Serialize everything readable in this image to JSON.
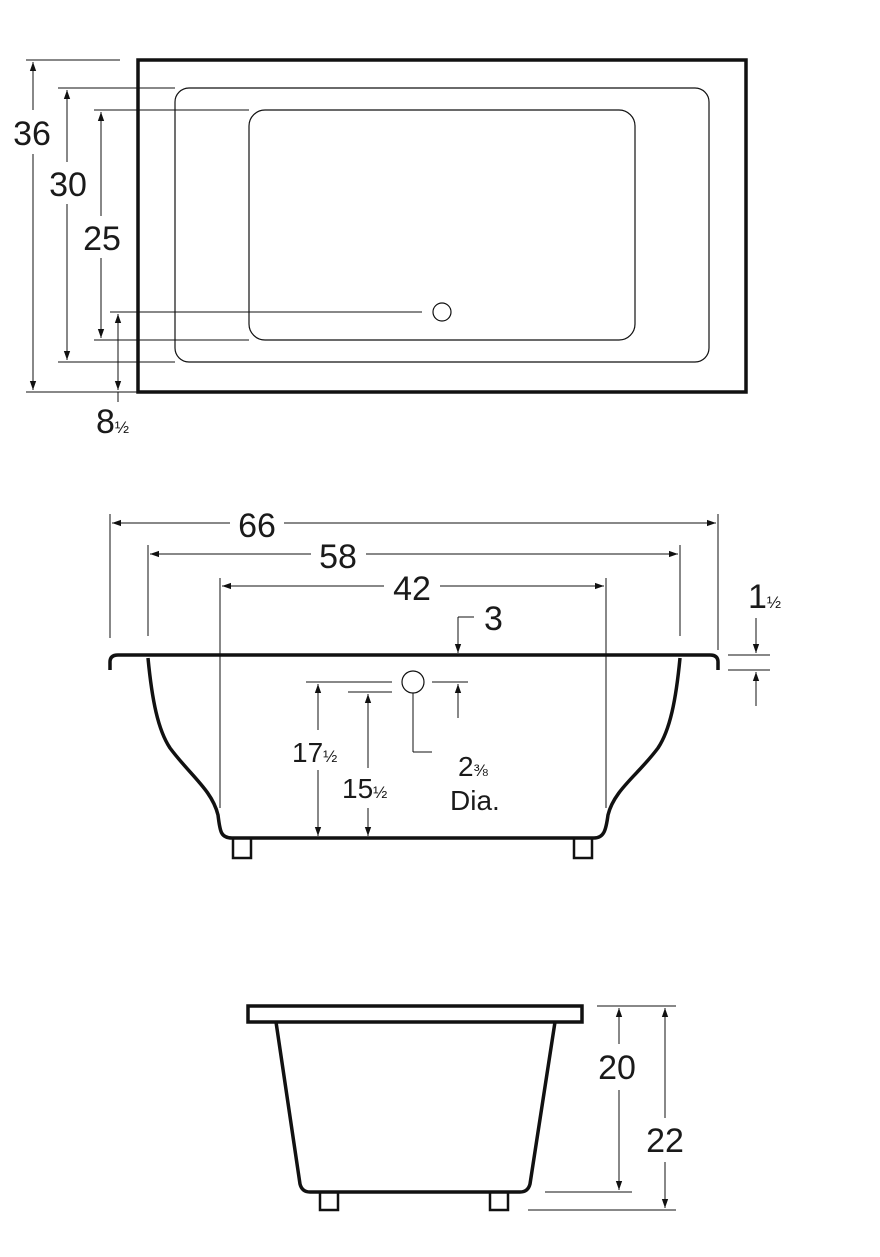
{
  "top_view": {
    "dim_36": {
      "whole": "36",
      "frac": ""
    },
    "dim_30": {
      "whole": "30",
      "frac": ""
    },
    "dim_25": {
      "whole": "25",
      "frac": ""
    },
    "dim_8_5": {
      "whole": "8",
      "frac": "½"
    }
  },
  "front_view": {
    "dim_66": {
      "whole": "66",
      "frac": ""
    },
    "dim_58": {
      "whole": "58",
      "frac": ""
    },
    "dim_42": {
      "whole": "42",
      "frac": ""
    },
    "dim_3": {
      "whole": "3",
      "frac": ""
    },
    "dim_1_5": {
      "whole": "1",
      "frac": "½"
    },
    "dim_17_5": {
      "whole": "17",
      "frac": "½"
    },
    "dim_15_5": {
      "whole": "15",
      "frac": "½"
    },
    "drain_dia": {
      "whole": "2",
      "frac": "⅜",
      "label": "Dia."
    }
  },
  "side_view": {
    "dim_20": {
      "whole": "20",
      "frac": ""
    },
    "dim_22": {
      "whole": "22",
      "frac": ""
    }
  }
}
